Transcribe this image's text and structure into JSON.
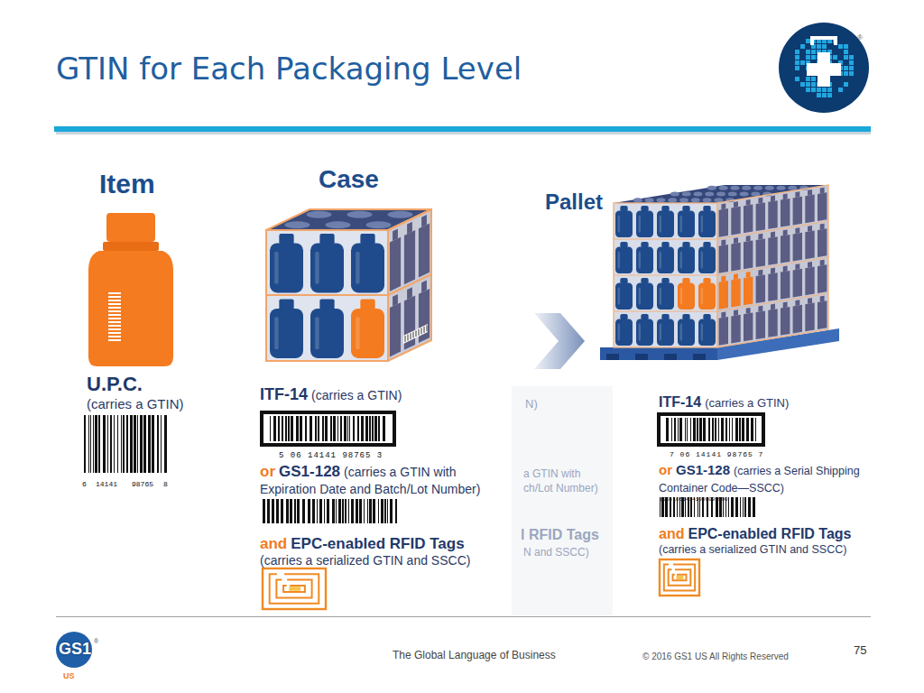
{
  "diagram": {
    "title": "GTIN for Each Packaging Level",
    "labels": [
      "Item",
      "U.P.C.",
      "(carries a GTIN)",
      "6",
      "14141",
      "98765",
      "8",
      "Case",
      "ITF-14",
      "(carries a GTIN)",
      "5 06 14141 98765 3",
      "or",
      "GS1-128",
      "(carries a GTIN with Expiration Date and Batch/Lot Number)",
      "and",
      "EPC-enabled RFID Tags",
      "(carries a serialized GTIN and SSCC)",
      "Pallet",
      "N)",
      "a GTIN with",
      "ch/Lot Number)",
      "l RFID Tags",
      "N and SSCC)",
      "ITF-14",
      "(carries a GTIN)",
      "7 06 14141 98765 7",
      "or",
      "GS1-128",
      "(carries a Serial Shipping Container Code—SSCC)",
      "(00)10614141000099990",
      "and",
      "EPC-enabled RFID Tags",
      "(carries a serialized GTIN and SSCC)",
      "®",
      "GS1",
      "®",
      "US",
      "The Global Language of Business",
      "© 2016 GS1 US All Rights Reserved",
      "75"
    ]
  }
}
